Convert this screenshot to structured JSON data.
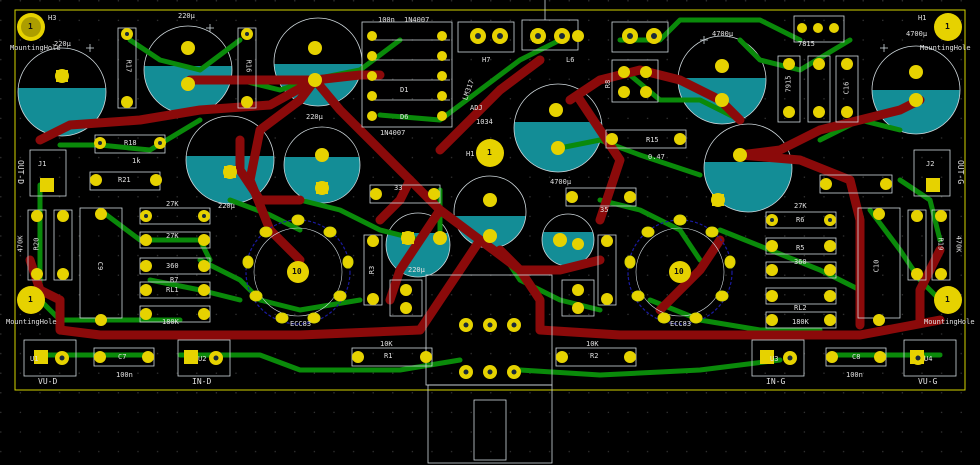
{
  "board": {
    "colors": {
      "background": "#000000",
      "grid": "#3a3a3a",
      "edge": "#d4d400",
      "silk": "#cfd8dc",
      "copper_front": "#8b0a0a",
      "copper_back": "#0a8a0a",
      "zone": "#138d96",
      "pad": "#e6d200",
      "hole": "#1a2a3a",
      "fab": "#ff33ff",
      "courtyard": "#1a1aa0"
    },
    "mounting_holes": [
      {
        "ref": "H3",
        "pad": "1",
        "value": "MountingHole"
      },
      {
        "ref": "H1",
        "pad": "1",
        "value": "MountingHole"
      },
      {
        "ref": "",
        "pad": "1",
        "value": "MountingHole"
      },
      {
        "ref": "",
        "pad": "1",
        "value": "MountingHole"
      },
      {
        "ref": "H1",
        "pad": "1",
        "value": ""
      }
    ],
    "labels": {
      "c220_top": "220µ",
      "c220_tl": "220µ",
      "c220_mid": "220µ",
      "c220_ml": "220µ",
      "c220_br": "220µ",
      "c4700_tr": "4700µ",
      "c4700_mid": "4700µ",
      "c4700_r": "4700µ",
      "r100n": "100n",
      "d1n4007": "1N4007",
      "d1n4007_b": "1N4007",
      "r1k": "1k",
      "r0_47": "0.47",
      "r27k_a": "27K",
      "r27k_b": "27K",
      "r27k_c": "27K",
      "r360_l": "360",
      "r360_r": "360",
      "r180k_l": "180K",
      "r180k_r": "180K",
      "r470k_l": "470K",
      "r470k_r": "470K",
      "r10k_l": "10K",
      "r10k_r": "10K",
      "r35": "35",
      "r33": "33",
      "tube_l": "ECC83",
      "tube_r": "ECC83",
      "tube_pin": "10",
      "c100n_l": "100n",
      "c100n_r": "100n",
      "conn_vu_d": "VU-D",
      "conn_in_d": "IN-D",
      "conn_in_g": "IN-G",
      "conn_vu_g": "VU-G",
      "conn_out_d": "OUT-D",
      "conn_out_g": "OUT-G",
      "ref_r18": "R18",
      "ref_r21": "R21",
      "ref_r16": "R16",
      "ref_r15": "R15",
      "ref_r17": "R17",
      "ref_r1": "R1",
      "ref_r2": "R2",
      "ref_r3": "R3",
      "ref_r5": "R5",
      "ref_r6": "R6",
      "ref_r7": "R7",
      "ref_rl1": "RL1",
      "ref_rl2": "RL2",
      "ref_r8": "R8",
      "ref_r20": "R20",
      "ref_r19": "R19",
      "ref_c7": "C7",
      "ref_c8": "C8",
      "ref_c9": "C9",
      "ref_c10": "C10",
      "ref_c16": "C16",
      "ref_u1": "U1",
      "ref_u2": "U2",
      "ref_u3": "U3",
      "ref_u4": "U4",
      "ref_j1": "J1",
      "ref_j2": "J2",
      "ref_h7": "H7",
      "ref_l6": "L6",
      "ref_d1": "D1",
      "ref_d6": "D6",
      "ref_lm": "7815",
      "ref_lm2": "7915",
      "ref_adj": "ADJ",
      "ref_lm317": "LM317",
      "ref_1034": "1034"
    }
  }
}
